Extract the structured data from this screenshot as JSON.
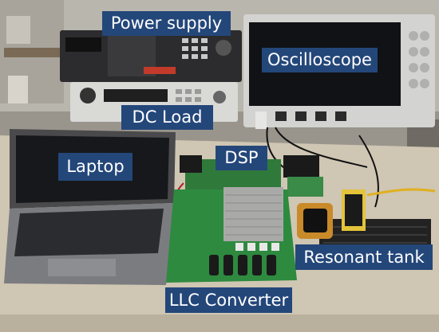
{
  "labels": {
    "power_supply": "Power supply",
    "oscilloscope": "Oscilloscope",
    "dc_load": "DC Load",
    "laptop": "Laptop",
    "dsp": "DSP",
    "resonant_tank": "Resonant tank",
    "llc_converter": "LLC Converter"
  },
  "label_background": "#24477a",
  "label_text_color": "#ffffff"
}
